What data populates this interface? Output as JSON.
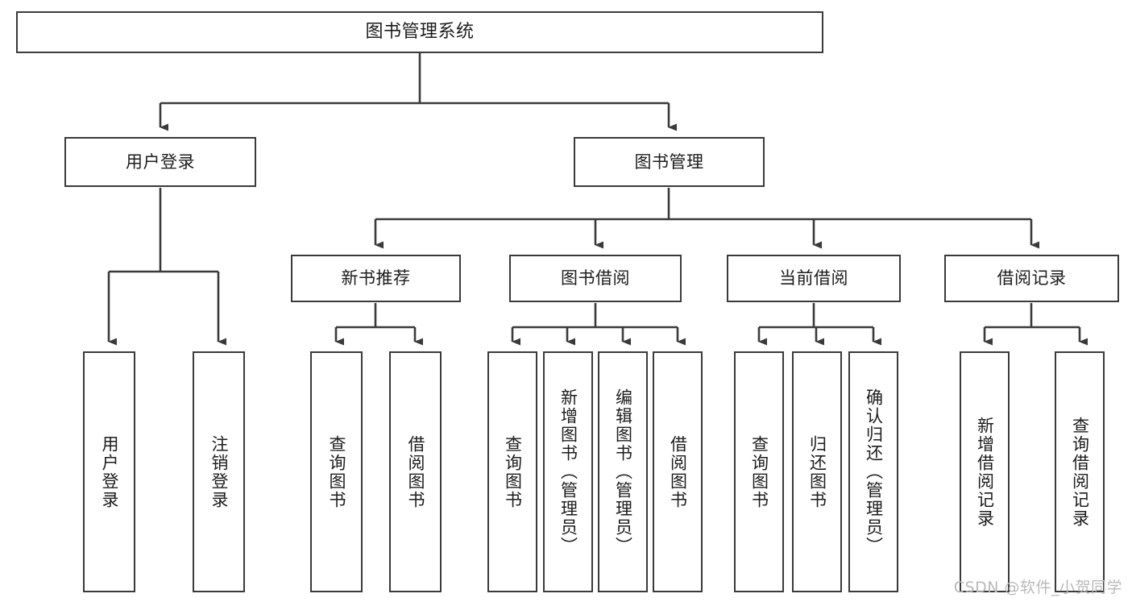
{
  "diagram": {
    "type": "tree",
    "title": "图书管理系统",
    "root": {
      "label": "图书管理系统"
    },
    "level2": [
      {
        "label": "用户登录"
      },
      {
        "label": "图书管理"
      }
    ],
    "level3": [
      {
        "label": "新书推荐"
      },
      {
        "label": "图书借阅"
      },
      {
        "label": "当前借阅"
      },
      {
        "label": "借阅记录"
      }
    ],
    "leaves": {
      "user_login": [
        {
          "label": "用户登录"
        },
        {
          "label": "注销登录"
        }
      ],
      "new_book_recommend": [
        {
          "label": "查询图书"
        },
        {
          "label": "借阅图书"
        }
      ],
      "book_borrow": [
        {
          "label": "查询图书"
        },
        {
          "label": "新增图书（管理员）"
        },
        {
          "label": "编辑图书（管理员）"
        },
        {
          "label": "借阅图书"
        }
      ],
      "current_borrow": [
        {
          "label": "查询图书"
        },
        {
          "label": "归还图书"
        },
        {
          "label": "确认归还（管理员）"
        }
      ],
      "borrow_record": [
        {
          "label": "新增借阅记录"
        },
        {
          "label": "查询借阅记录"
        }
      ]
    },
    "watermark": "CSDN @软件_小贺同学",
    "colors": {
      "stroke": "#3a3a3a",
      "fill": "#ffffff",
      "text": "#1c1c1c",
      "watermark": "#b9b9b9"
    }
  }
}
